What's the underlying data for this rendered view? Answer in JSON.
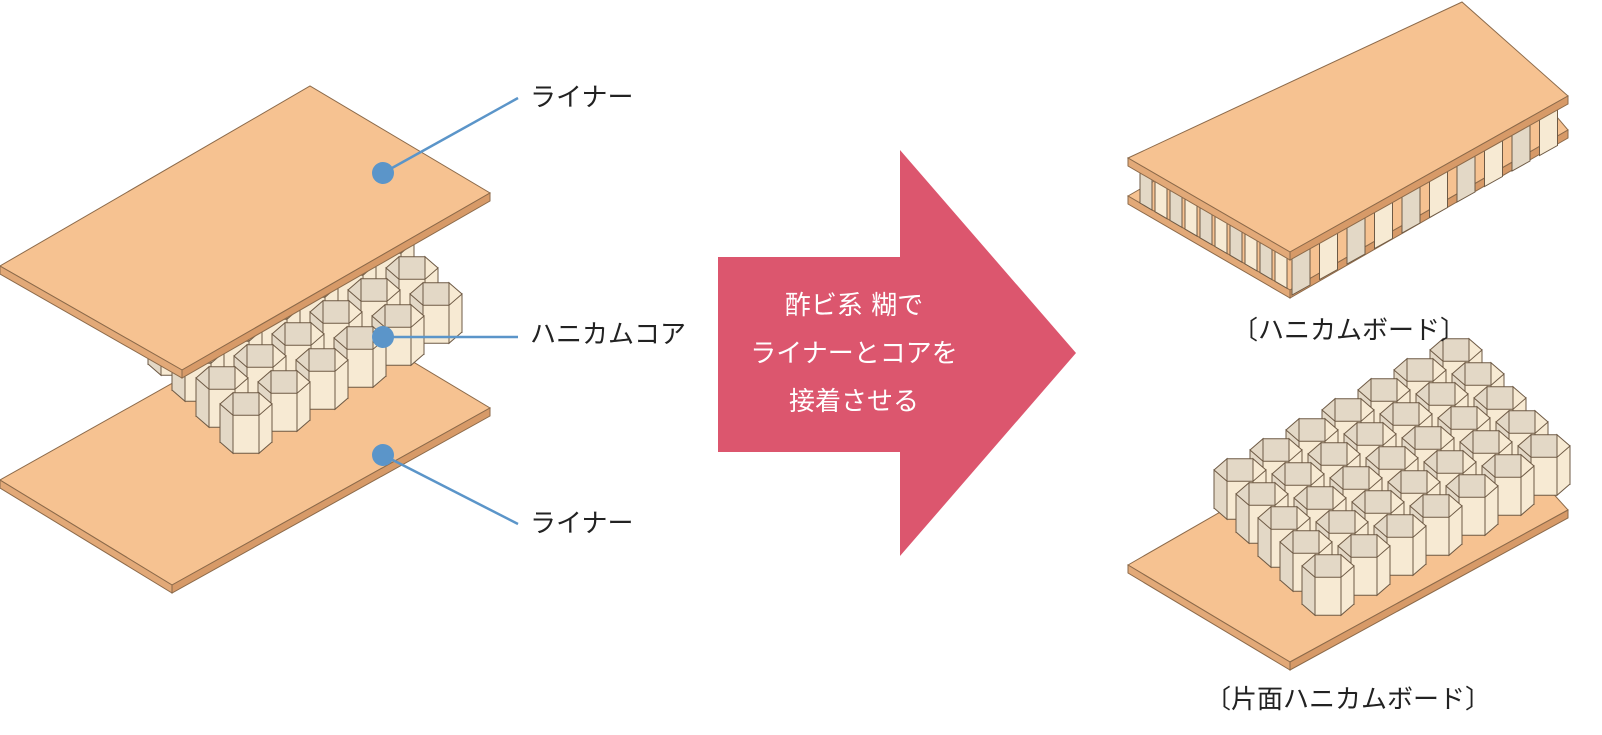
{
  "callouts": {
    "top_liner": "ライナー",
    "core": "ハニカムコア",
    "bottom_liner": "ライナー"
  },
  "arrow": {
    "line1": "酢ビ系 糊で",
    "line2": "ライナーとコアを",
    "line3": "接着させる"
  },
  "captions": {
    "honeycomb_board": "〔ハニカムボード〕",
    "single_face_board": "〔片面ハニカムボード〕"
  },
  "colors": {
    "liner": "#f6c291",
    "liner_edge": "#d9a070",
    "core_light": "#f7ead3",
    "core_shade": "#e3d8c6",
    "arrow": "#dc566e",
    "callout_line": "#5b95c9"
  }
}
